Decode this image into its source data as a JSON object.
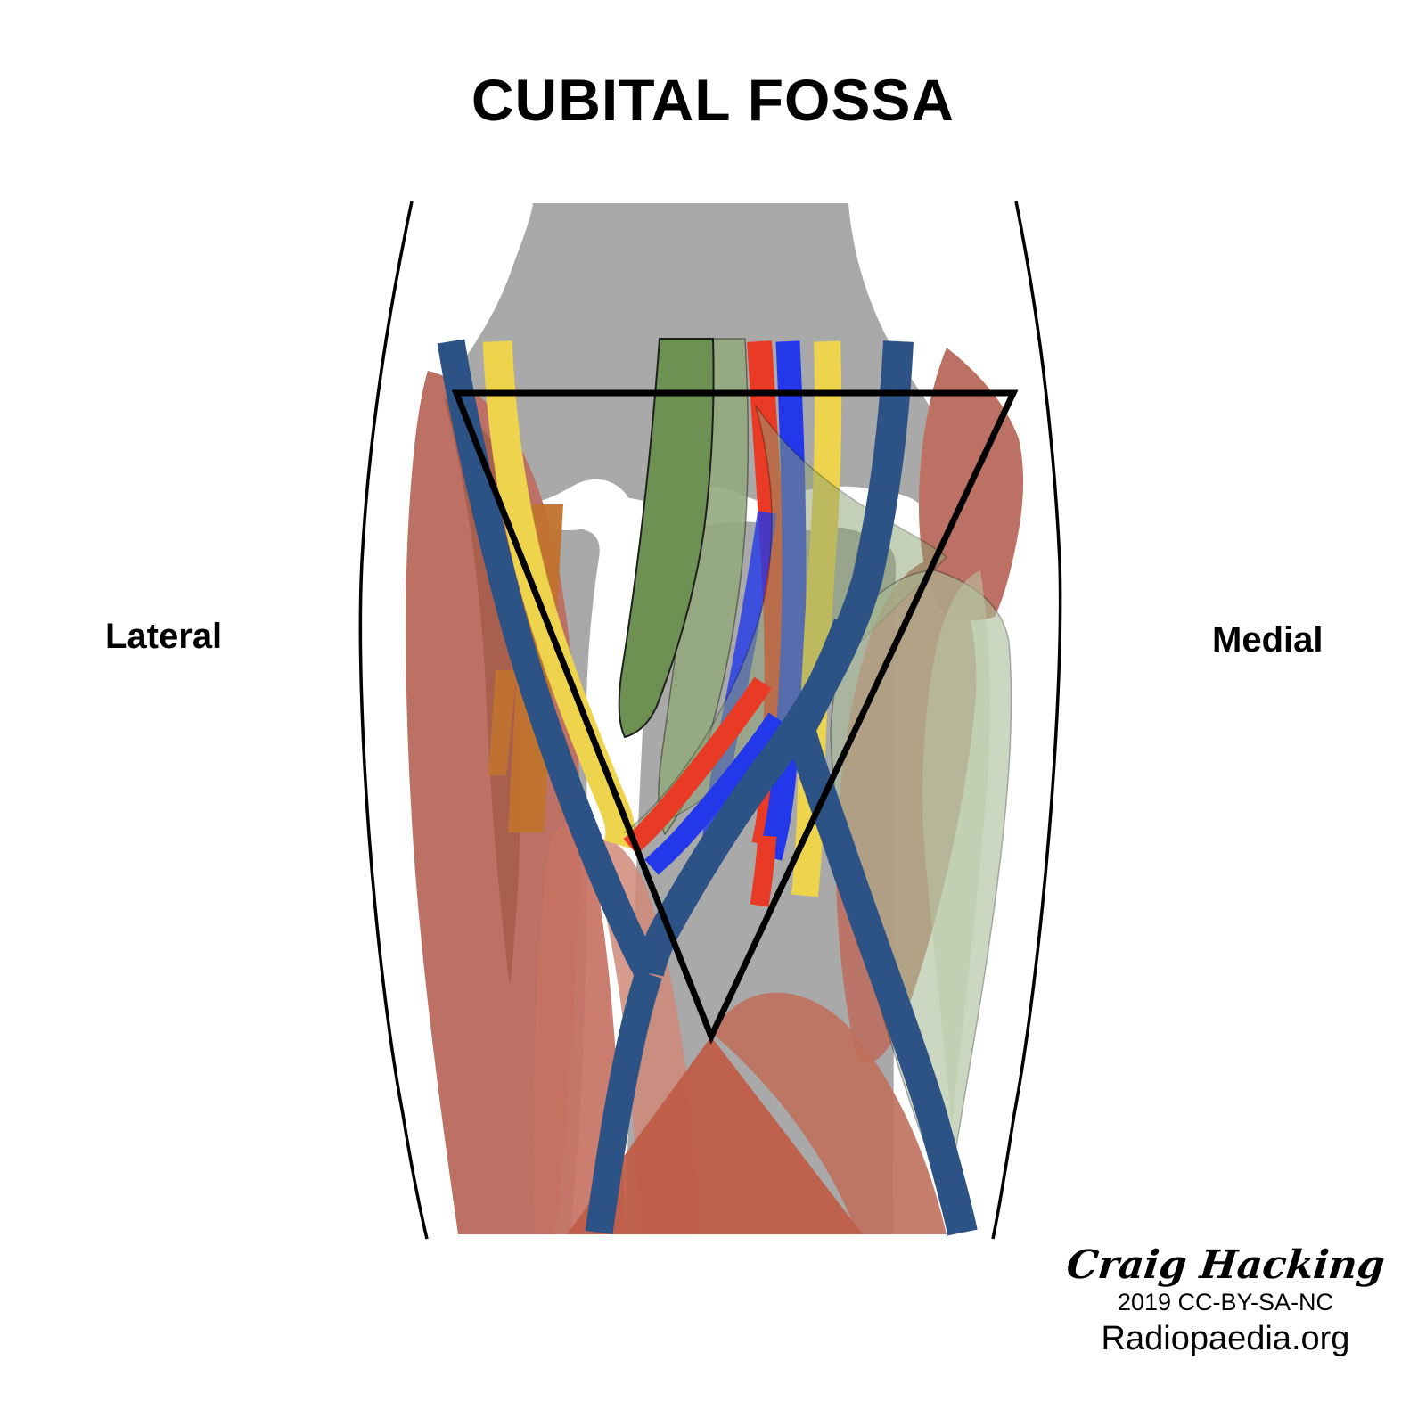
{
  "title": "CUBITAL FOSSA",
  "side_labels": {
    "left": "Lateral",
    "right": "Medial"
  },
  "attribution": {
    "author": "Craig Hacking",
    "license": "2019 CC-BY-SA-NC",
    "source": "Radiopaedia.org"
  },
  "colors": {
    "outline": "#000000",
    "white": "#ffffff",
    "bone": "#a9a9a9",
    "muscle": "#bc7164",
    "muscle_dark": "#a55c4a",
    "muscle_deep": "#bf5e48",
    "muscle_mid": "#c77263",
    "muscle_light": "#d08a7a",
    "muscle_right": "#c0705c",
    "nerve": "#eed34d",
    "artery": "#e83a24",
    "vein": "#2238ea",
    "vein_navy": "#2d5386",
    "tendon": "#6d9053",
    "tendon_light": "#93a97e",
    "sage": "#8ba171",
    "sage_light": "#a9bd97",
    "sage_lighter": "#bacaa8",
    "deep_artery": "#c0732d"
  }
}
